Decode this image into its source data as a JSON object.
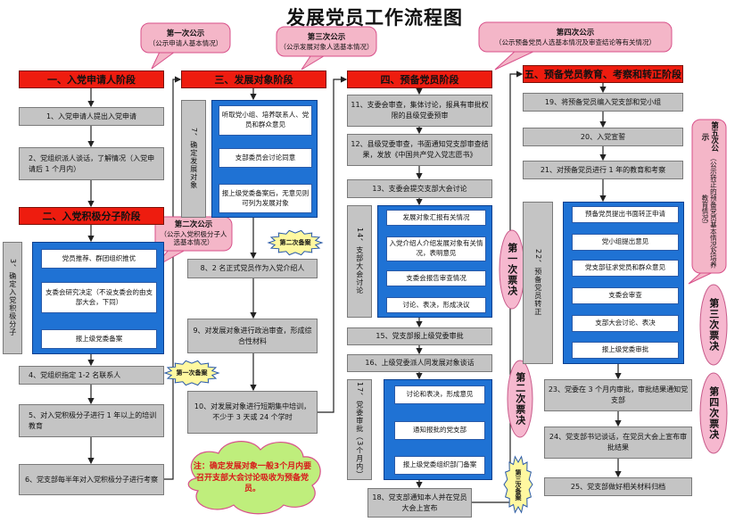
{
  "title": "发展党员工作流程图",
  "stages": {
    "s1": "一、入党申请人阶段",
    "s2": "二、入党积极分子阶段",
    "s3": "三、发展对象阶段",
    "s4": "四、预备党员阶段",
    "s5": "五、预备党员教育、考察和转正阶段"
  },
  "col1": {
    "b1": "1、入党申请人提出入党申请",
    "b2": "2、党组织派人谈话，了解情况（入党申请后 1 个月内）",
    "g3": "3、确定入党积极分子",
    "s3a": "党员推荐、群团组织推优",
    "s3b": "支委会研究决定（不设支委会的由支部大会，下同）",
    "s3c": "报上级党委备案",
    "b4": "4、党组织指定 1-2 名联系人",
    "b5": "5、对入党积极分子进行 1 年以上的培训教育",
    "b6": "6、党支部每半年对入党积极分子进行考察"
  },
  "col2": {
    "g7": "7、确定发展对象",
    "s7a": "听取党小组、培养联系人、党员和群众意见",
    "s7b": "支部委员会讨论同意",
    "s7c": "报上级党委备案后，无意见则可列为发展对象",
    "b8": "8、2 名正式党员作为入党介绍人",
    "b9": "9、对发展对象进行政治审查，形成综合性材料",
    "b10": "10、对发展对象进行短期集中培训，不少于 3 天或 24 个学时"
  },
  "col3": {
    "b11": "11、支委会审查，集体讨论，报具有审批权限的县级党委预审",
    "b12": "12、县级党委审查，书面通知党支部审查结果，发放《中国共产党入党志愿书》",
    "b13": "13、支委会提交支部大会讨论",
    "g14": "14、支部大会讨论",
    "s14a": "发展对象汇报有关情况",
    "s14b": "入党介绍人介绍发展对象有关情况，表明意见",
    "s14c": "支委会报告审查情况",
    "s14d": "讨论、表决，形成决议",
    "b15": "15、党支部报上级党委审批",
    "b16": "16、上级党委派人同发展对象谈话",
    "g17": "17、党委审批（3个月内）",
    "s17a": "讨论和表决，形成意见",
    "s17b": "通知报批的党支部",
    "s17c": "报上级党委组织部门备案",
    "b18": "18、党支部通知本人并在党员大会上宣布"
  },
  "col4": {
    "b19": "19、将预备党员编入党支部和党小组",
    "b20": "20、入党宣誓",
    "b21": "21、对预备党员进行 1 年的教育和考察",
    "g22": "22、预备党员转正",
    "s22a": "预备党员提出书面转正申请",
    "s22b": "党小组提出意见",
    "s22c": "党支部征求党员和群众意见",
    "s22d": "支委会审查",
    "s22e": "支部大会讨论、表决",
    "s22f": "报上级党委审批",
    "b23": "23、党委在 3 个月内审批，审批结果通知党支部",
    "b24": "24、党支部书记谈话，在党员大会上宣布审批结果",
    "b25": "25、党支部做好相关材料归档"
  },
  "bubbles": {
    "p1_t": "第一次公示",
    "p1_s": "（公示申请人基本情况）",
    "p2_t": "第二次公示",
    "p2_s": "（公示入党积极分子人选基本情况）",
    "p3_t": "第三次公示",
    "p3_s": "（公示发展对象人选基本情况）",
    "p4_t": "第四次公示",
    "p4_s": "（公示预备党员人选基本情况及审查结论等有关情况）",
    "p5_t": "第五次公示",
    "p5_s": "（公示转正的预备党员基本情况及培养教育情况）"
  },
  "votes": {
    "v1": "第一次票决",
    "v2": "第二次票决",
    "v3": "第三次票决",
    "v4": "第四次票决"
  },
  "filings": {
    "f1": "第一次备案",
    "f2": "第二次备案",
    "f3": "第三次备案"
  },
  "note": "注：确定发展对象一般3个月内要召开支部大会讨论吸收为预备党员。",
  "colors": {
    "stage": "#ee1c0f",
    "gray_box": "#c4c4c4",
    "blue_box": "#1f72d4",
    "bubble_pink": "#f4b6c8",
    "bubble_edge": "#d8508a",
    "filing_yellow": "#fff8a0",
    "note_green": "#bfee7c",
    "vote_pink": "#f6b8cf"
  }
}
